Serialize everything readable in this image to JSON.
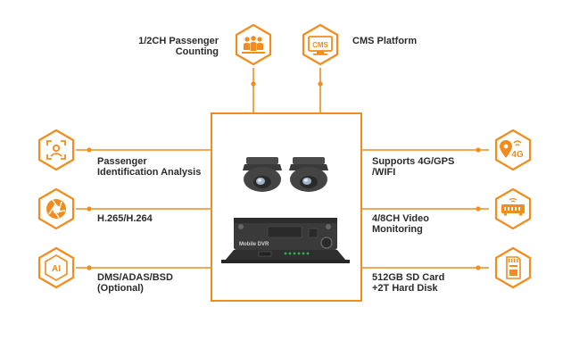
{
  "features": {
    "passenger_counting": "1/2CH Passenger\nCounting",
    "cms_platform": "CMS Platform",
    "identification": "Passenger\nIdentification Analysis",
    "codec": "H.265/H.264",
    "dms": "DMS/ADAS/BSD\n(Optional)",
    "connectivity": "Supports 4G/GPS\n/WIFI",
    "video": "4/8CH Video\nMonitoring",
    "storage": "512GB SD Card\n+2T Hard Disk"
  },
  "icons": {
    "passenger_counting": "people-group-icon",
    "cms_platform": "cms-monitor-icon",
    "identification": "face-scan-icon",
    "codec": "camera-aperture-icon",
    "dms": "ai-chip-icon",
    "connectivity": "4g-location-icon",
    "video": "dvr-recorder-icon",
    "storage": "sd-card-icon"
  },
  "icon_text": {
    "cms": "CMS",
    "ai": "AI",
    "four_g": "4G"
  },
  "device": {
    "dvr_brand": "Mobile DVR"
  },
  "colors": {
    "accent": "#f28c1c",
    "text": "#2b2b2b",
    "device": "#3a3a3a"
  }
}
